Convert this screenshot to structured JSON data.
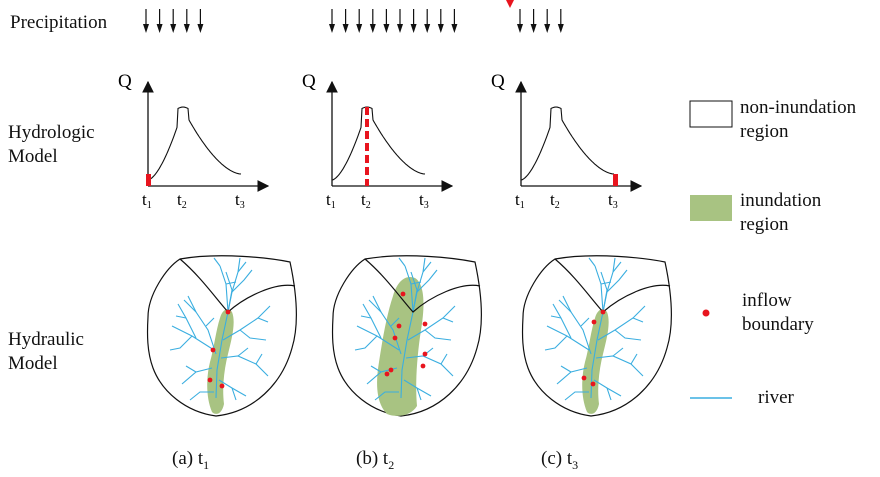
{
  "labels": {
    "precipitation": "Precipitation",
    "hydrologic_line1": "Hydrologic",
    "hydrologic_line2": "Model",
    "hydraulic_line1": "Hydraulic",
    "hydraulic_line2": "Model",
    "y_axis": "Q"
  },
  "panels": [
    {
      "id": "a",
      "caption_prefix": "(a) t",
      "caption_sub": "1",
      "rain_arrows": 5,
      "marker_time": "t1"
    },
    {
      "id": "b",
      "caption_prefix": "(b) t",
      "caption_sub": "2",
      "rain_arrows": 10,
      "marker_time": "t2"
    },
    {
      "id": "c",
      "caption_prefix": "(c) t",
      "caption_sub": "3",
      "rain_arrows": 4,
      "marker_time": "t3"
    }
  ],
  "ticks": [
    {
      "main": "t",
      "sub": "1"
    },
    {
      "main": "t",
      "sub": "2"
    },
    {
      "main": "t",
      "sub": "3"
    }
  ],
  "legend": {
    "non_inundation": {
      "line1": "non-inundation",
      "line2": "region"
    },
    "inundation": {
      "line1": "inundation",
      "line2": "region"
    },
    "inflow": {
      "line1": "inflow",
      "line2": "boundary"
    },
    "river": {
      "line1": "river"
    }
  },
  "colors": {
    "inundation": "#a8c382",
    "river": "#3aaee0",
    "inflow": "#e8141e",
    "outline": "#111111"
  }
}
